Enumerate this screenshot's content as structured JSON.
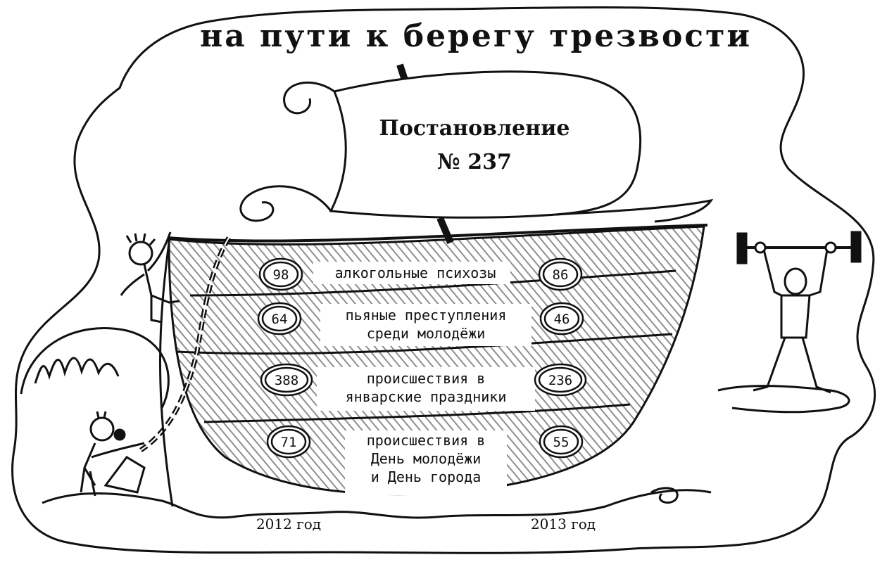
{
  "title": "на пути к берегу трезвости",
  "sail": {
    "line1": "Постановление",
    "line2": "№ 237"
  },
  "rows": [
    {
      "label_lines": [
        "алкогольные психозы"
      ],
      "value_2012": "98",
      "value_2013": "86"
    },
    {
      "label_lines": [
        "пьяные преступления",
        "среди молодёжи"
      ],
      "value_2012": "64",
      "value_2013": "46"
    },
    {
      "label_lines": [
        "происшествия в",
        "январские праздники"
      ],
      "value_2012": "388",
      "value_2013": "236"
    },
    {
      "label_lines": [
        "происшествия в",
        "День молодёжи",
        "и День города"
      ],
      "value_2012": "71",
      "value_2013": "55"
    }
  ],
  "years": {
    "left": "2012 год",
    "right": "2013 год"
  },
  "icons": [
    "climber-figure",
    "puller-figure",
    "weightlifter-figure",
    "rope-icon",
    "anchor-chain-icon",
    "wave-icon"
  ],
  "colors": {
    "ink": "#111111",
    "paper": "#ffffff",
    "hatch": "#9a9a9a"
  }
}
